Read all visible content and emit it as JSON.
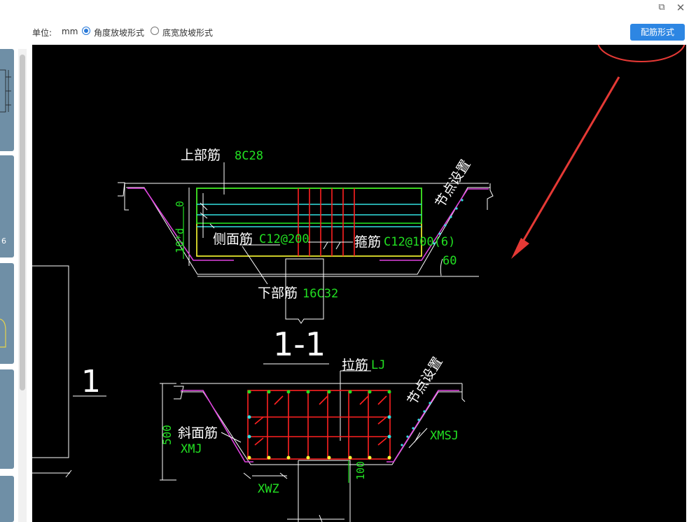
{
  "window": {
    "restore_icon": "restore-icon",
    "close_icon": "close-icon"
  },
  "toolbar": {
    "unit_label": "单位:",
    "unit_value": "mm",
    "option_angle": "角度放坡形式",
    "option_width": "底宽放坡形式",
    "selected": "角度放坡形式",
    "rebar_button": "配筋形式"
  },
  "colors": {
    "accent": "#2d86e3",
    "annotation": "#e53935",
    "canvas_bg": "#000000"
  },
  "sidebar": {
    "partial_label": "6"
  },
  "drawing": {
    "top_rebar_label": "上部筋",
    "top_rebar_value": "8C28",
    "side_rebar_label": "侧面筋",
    "side_rebar_value": "C12@200",
    "stirrup_label": "箍筋",
    "stirrup_value": "C12@100(6)",
    "bottom_rebar_label": "下部筋",
    "bottom_rebar_value": "16C32",
    "node_setting_1": "节点设置",
    "node_setting_2": "节点设置",
    "dim_zero": "0",
    "dim_10d": "10*d",
    "angle_value": "60",
    "section_title": "1-1",
    "left_mark": "1",
    "tie_label": "拉筋",
    "tie_value": "LJ",
    "slope_rebar_label": "斜面筋",
    "slope_rebar_value": "XMJ",
    "dim_500": "500",
    "xmsj": "XMSJ",
    "xwz": "XWZ",
    "dim_100": "100"
  }
}
